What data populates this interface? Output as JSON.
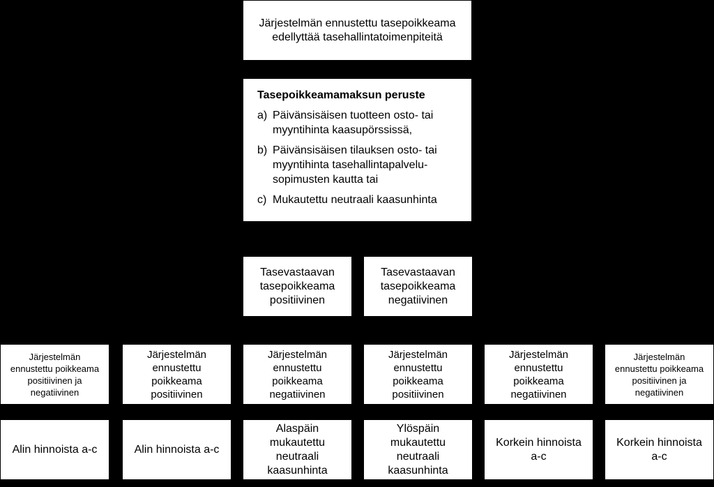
{
  "top_box": {
    "text": "Järjestelmän ennustettu tasepoikkeama\nedellyttää tasehallintatoimenpiteitä"
  },
  "criteria_box": {
    "title": "Tasepoikkeamamaksun peruste",
    "items": [
      {
        "letter": "a)",
        "text": "Päivänsisäisen tuotteen osto- tai\nmyyntihinta kaasupörssissä,"
      },
      {
        "letter": "b)",
        "text": "Päivänsisäisen tilauksen osto- tai\nmyyntihinta tasehallintapalvelu-\nsopimusten kautta tai"
      },
      {
        "letter": "c)",
        "text": "Mukautettu neutraali kaasunhinta"
      }
    ]
  },
  "party_boxes": [
    {
      "text": "Tasevastaavan\ntasepoikkeama\npositiivinen"
    },
    {
      "text": "Tasevastaavan\ntasepoikkeama\nnegatiivinen"
    }
  ],
  "condition_boxes": [
    {
      "text": "Järjestelmän\nennustettu poikkeama\npositiivinen ja\nnegatiivinen"
    },
    {
      "text": "Järjestelmän\nennustettu\npoikkeama\npositiivinen"
    },
    {
      "text": "Järjestelmän\nennustettu\npoikkeama\nnegatiivinen"
    },
    {
      "text": "Järjestelmän\nennustettu\npoikkeama\npositiivinen"
    },
    {
      "text": "Järjestelmän\nennustettu\npoikkeama\nnegatiivinen"
    },
    {
      "text": "Järjestelmän\nennustettu poikkeama\npositiivinen ja\nnegatiivinen"
    }
  ],
  "result_boxes": [
    {
      "text": "Alin hinnoista a-c"
    },
    {
      "text": "Alin hinnoista a-c"
    },
    {
      "text": "Alaspäin\nmukautettu\nneutraali\nkaasunhinta"
    },
    {
      "text": "Ylöspäin\nmukautettu\nneutraali\nkaasunhinta"
    },
    {
      "text": "Korkein hinnoista\na-c"
    },
    {
      "text": "Korkein hinnoista\na-c"
    }
  ]
}
